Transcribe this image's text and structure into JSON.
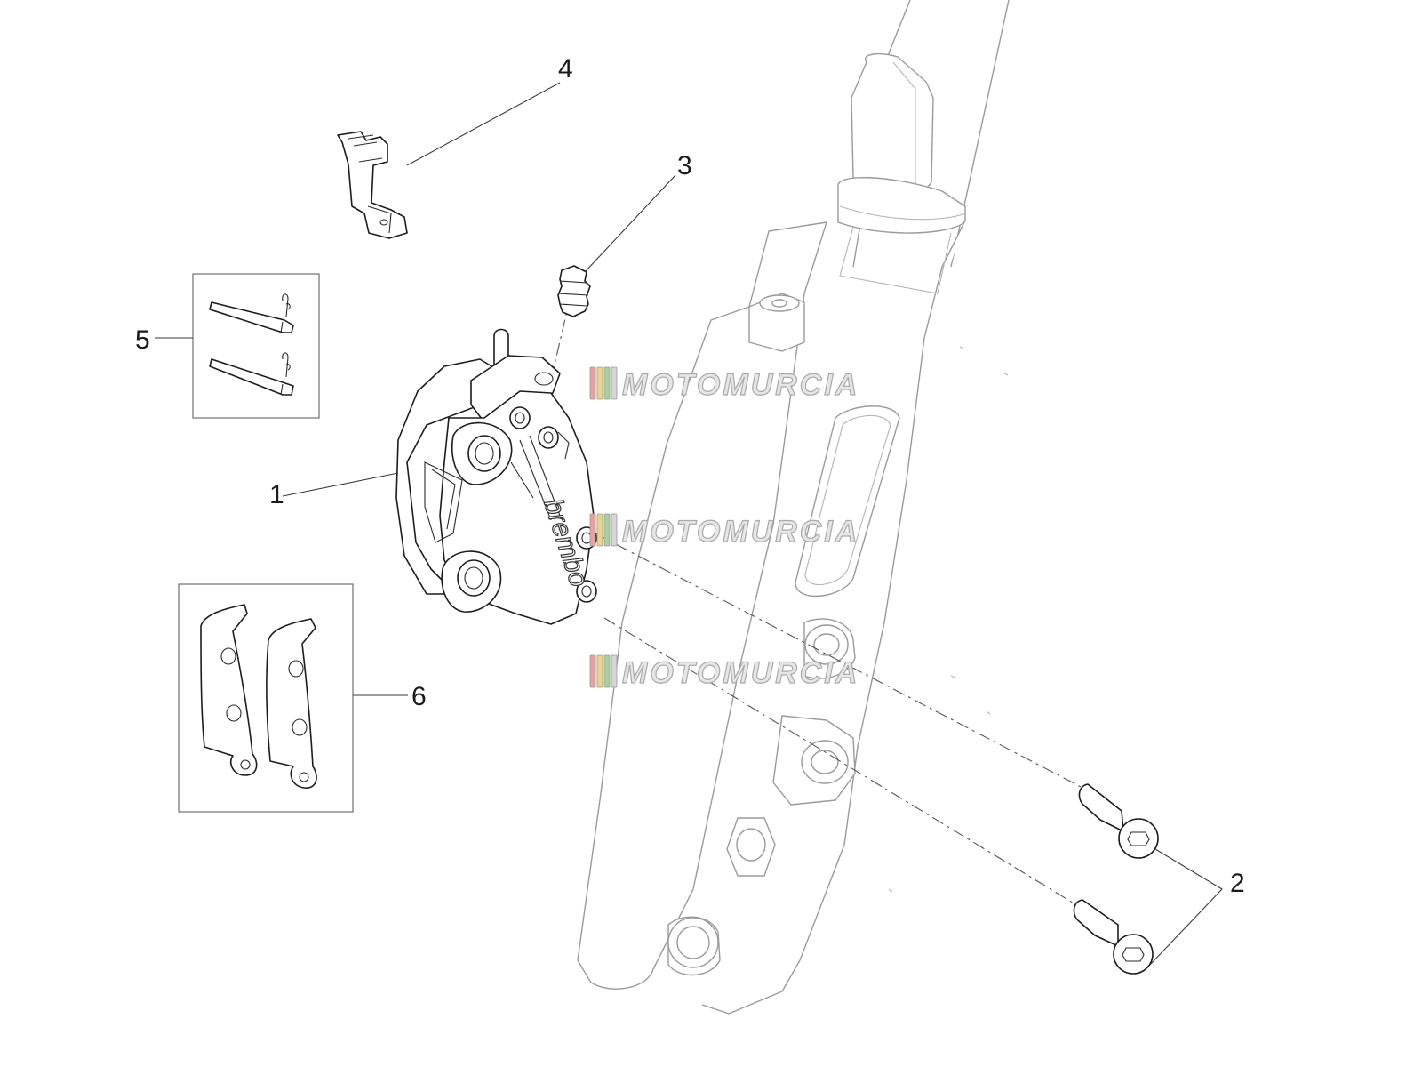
{
  "diagram": {
    "callouts": [
      {
        "id": "1",
        "label": "1"
      },
      {
        "id": "2",
        "label": "2"
      },
      {
        "id": "3",
        "label": "3"
      },
      {
        "id": "4",
        "label": "4"
      },
      {
        "id": "5",
        "label": "5"
      },
      {
        "id": "6",
        "label": "6"
      }
    ],
    "caliper_brand": "brembo",
    "watermark": "MOTOMURCIA",
    "watermark_stripe_colors": [
      "#e8a0a0",
      "#e9d58a",
      "#a8cf9e",
      "#d6d6d6"
    ]
  }
}
